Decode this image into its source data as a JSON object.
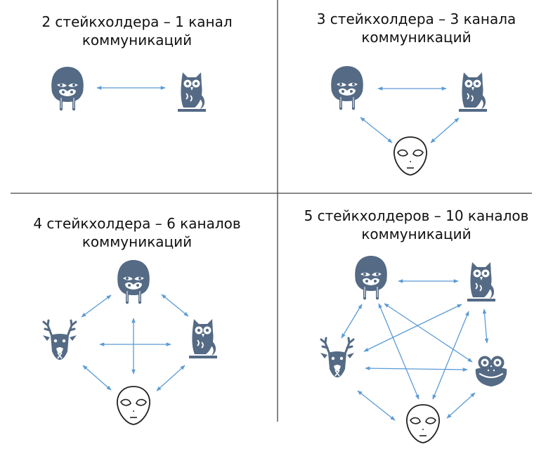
{
  "panels": [
    {
      "title_line1": "2 стейкхолдера – 1 канал",
      "title_line2": "коммуникаций"
    },
    {
      "title_line1": "3 стейкхолдера – 3 канала",
      "title_line2": "коммуникаций"
    },
    {
      "title_line1": "4 стейкхолдера – 6 каналов",
      "title_line2": "коммуникаций"
    },
    {
      "title_line1": "5 стейкхолдеров – 10 каналов",
      "title_line2": "коммуникаций"
    }
  ],
  "colors": {
    "icon_fill": "#546a85",
    "arrow": "#5b9bd5",
    "divider": "#444444",
    "outline": "#222222"
  },
  "icons": [
    "walrus-icon",
    "owl-icon",
    "alien-icon",
    "deer-icon",
    "frog-icon"
  ]
}
